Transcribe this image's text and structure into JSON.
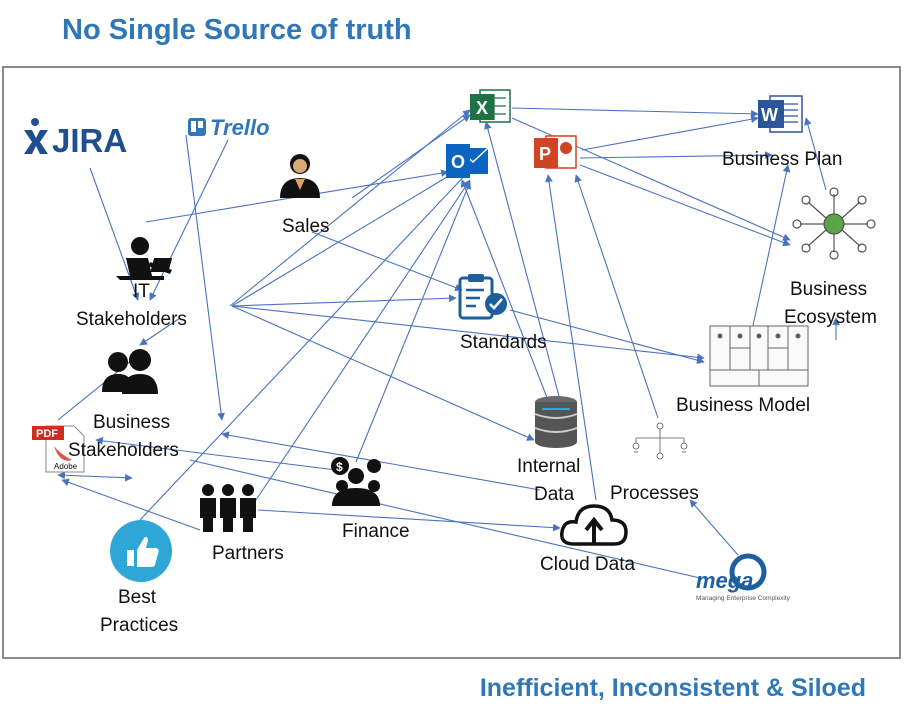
{
  "title": "No Single Source of truth",
  "footer": "Inefficient, Inconsistent & Siloed",
  "colors": {
    "accent": "#2f77b8",
    "arrow": "#4a72c0",
    "excel": "#1f7244",
    "word": "#2b579a",
    "outlook": "#0a64c0",
    "powerpoint": "#d04423",
    "pdf": "#d22b20"
  },
  "logos": {
    "jira": "JIRA",
    "trello": "Trello",
    "mega": "mega",
    "mega_tagline": "Managing Enterprise Complexity",
    "pdf": "PDF",
    "adobe": "Adobe"
  },
  "nodes": {
    "sales": "Sales",
    "it_stakeholders": [
      "IT",
      "Stakeholders"
    ],
    "business_stakeholders": [
      "Business",
      "Stakeholders"
    ],
    "best_practices": [
      "Best",
      "Practices"
    ],
    "partners": "Partners",
    "finance": "Finance",
    "standards": "Standards",
    "internal_data": [
      "Internal",
      "Data"
    ],
    "processes": "Processes",
    "cloud_data": "Cloud Data",
    "business_model": "Business Model",
    "business_plan": "Business Plan",
    "business_ecosystem": [
      "Business",
      "Ecosystem"
    ]
  }
}
